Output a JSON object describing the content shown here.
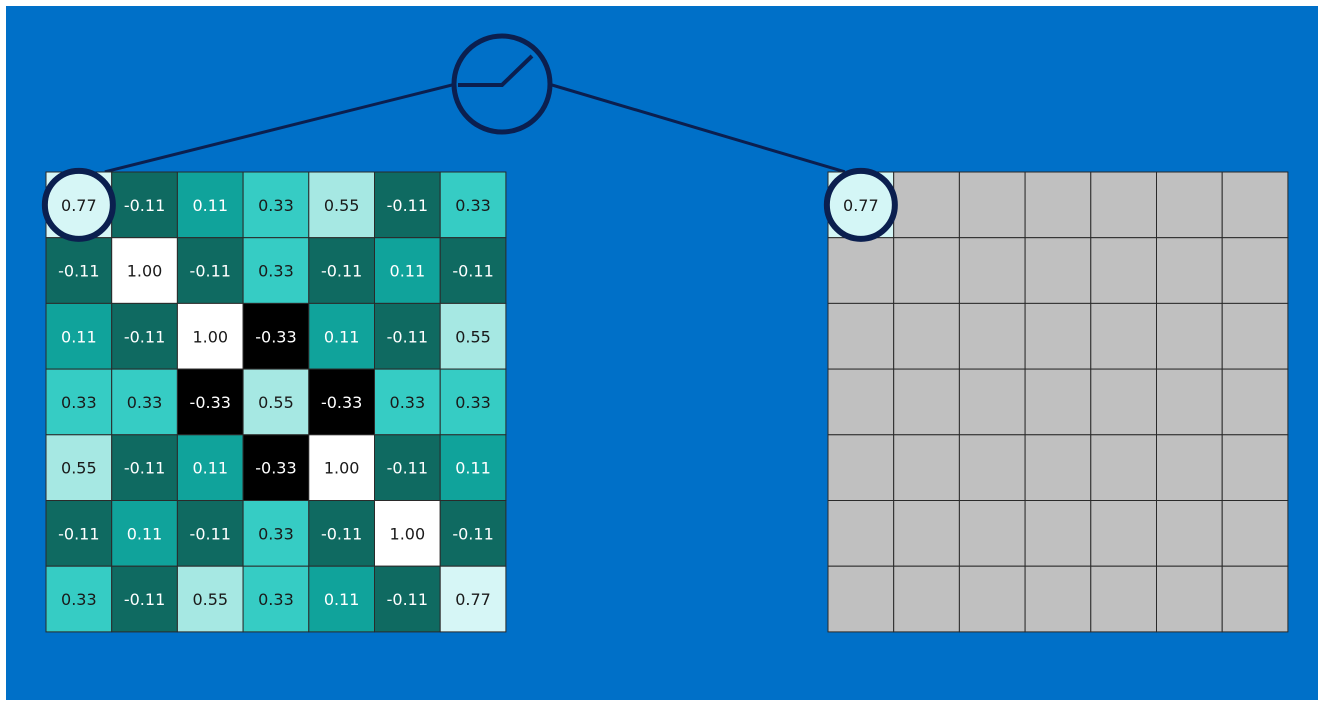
{
  "colors": {
    "background": "#0070c8",
    "outer_border": "#ffffff",
    "connector_line": "#0b1f4f",
    "highlight_ring": "#0b1f4f",
    "output_cell_empty": "#c0c0c0",
    "output_cell_filled": "#d4f6f6",
    "grid_line": "#2a2a2a"
  },
  "diagram": {
    "activation_symbol": "relu-icon",
    "input_matrix": {
      "rows": [
        [
          "0.77",
          "-0.11",
          "0.11",
          "0.33",
          "0.55",
          "-0.11",
          "0.33"
        ],
        [
          "-0.11",
          "1.00",
          "-0.11",
          "0.33",
          "-0.11",
          "0.11",
          "-0.11"
        ],
        [
          "0.11",
          "-0.11",
          "1.00",
          "-0.33",
          "0.11",
          "-0.11",
          "0.55"
        ],
        [
          "0.33",
          "0.33",
          "-0.33",
          "0.55",
          "-0.33",
          "0.33",
          "0.33"
        ],
        [
          "0.55",
          "-0.11",
          "0.11",
          "-0.33",
          "1.00",
          "-0.11",
          "0.11"
        ],
        [
          "-0.11",
          "0.11",
          "-0.11",
          "0.33",
          "-0.11",
          "1.00",
          "-0.11"
        ],
        [
          "0.33",
          "-0.11",
          "0.55",
          "0.33",
          "0.11",
          "-0.11",
          "0.77"
        ]
      ],
      "value_colors": {
        "1.00": "#ffffff",
        "0.77": "#d6f6f6",
        "0.55": "#a6e8e3",
        "0.33": "#36ccc4",
        "0.11": "#10a39b",
        "-0.11": "#0f6a61",
        "-0.33": "#000000"
      },
      "text_colors": {
        "1.00": "#1a1a1a",
        "0.77": "#1a1a1a",
        "0.55": "#1a1a1a",
        "0.33": "#1a1a1a",
        "0.11": "#ffffff",
        "-0.11": "#ffffff",
        "-0.33": "#ffffff"
      }
    },
    "output_matrix": {
      "rows": [
        [
          "0.77",
          "",
          "",
          "",
          "",
          "",
          ""
        ],
        [
          "",
          "",
          "",
          "",
          "",
          "",
          ""
        ],
        [
          "",
          "",
          "",
          "",
          "",
          "",
          ""
        ],
        [
          "",
          "",
          "",
          "",
          "",
          "",
          ""
        ],
        [
          "",
          "",
          "",
          "",
          "",
          "",
          ""
        ],
        [
          "",
          "",
          "",
          "",
          "",
          "",
          ""
        ],
        [
          "",
          "",
          "",
          "",
          "",
          "",
          ""
        ]
      ]
    }
  }
}
